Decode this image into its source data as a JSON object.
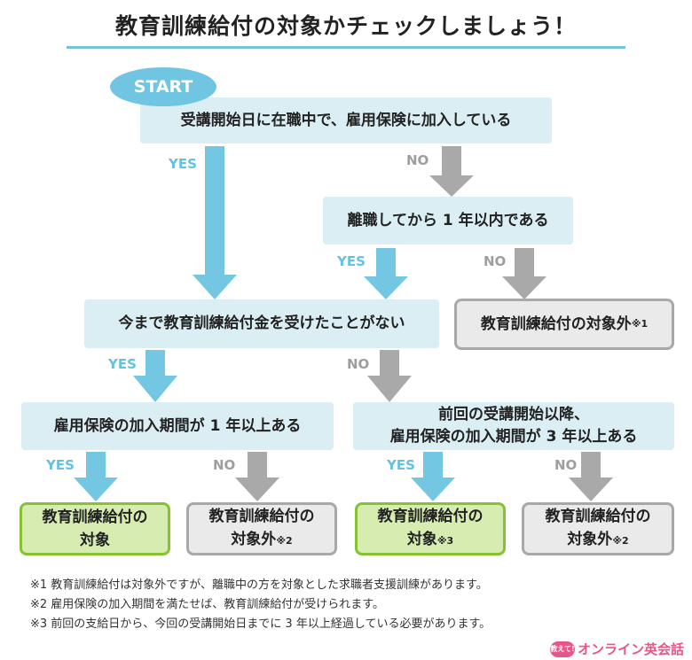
{
  "title": "教育訓練給付の対象かチェックしましょう！",
  "start_label": "START",
  "questions": {
    "q1": "受講開始日に在職中で、雇用保険に加入している",
    "q2": "離職してから 1 年以内である",
    "q3": "今まで教育訓練給付金を受けたことがない",
    "q4": "雇用保険の加入期間が 1 年以上ある",
    "q5_line1": "前回の受講開始以降、",
    "q5_line2": "雇用保険の加入期間が 3 年以上ある"
  },
  "results": {
    "r_out1_text": "教育訓練給付の対象外",
    "r_out1_mark": "※1",
    "r_ok1_line1": "教育訓練給付の",
    "r_ok1_line2": "対象",
    "r_out2_line1": "教育訓練給付の",
    "r_out2_line2": "対象外",
    "r_out2_mark": "※2",
    "r_ok2_line1": "教育訓練給付の",
    "r_ok2_line2": "対象",
    "r_ok2_mark": "※3",
    "r_out3_line1": "教育訓練給付の",
    "r_out3_line2": "対象外",
    "r_out3_mark": "※2"
  },
  "labels": {
    "yes": "YES",
    "no": "NO"
  },
  "notes": [
    "※1 教育訓練給付は対象外ですが、離職中の方を対象とした求職者支援訓練があります。",
    "※2 雇用保険の加入期間を満たせば、教育訓練給付が受けられます。",
    "※3 前回の支給日から、今回の受講開始日までに 3 年以上経過している必要があります。"
  ],
  "logo": {
    "badge": "教えて!",
    "text": "オンライン英会話"
  },
  "colors": {
    "accent_blue": "#74c3dd",
    "box_blue": "#daeef4",
    "green_fill": "#d6ecb1",
    "green_border": "#86c232",
    "gray": "#a8a8a8"
  }
}
